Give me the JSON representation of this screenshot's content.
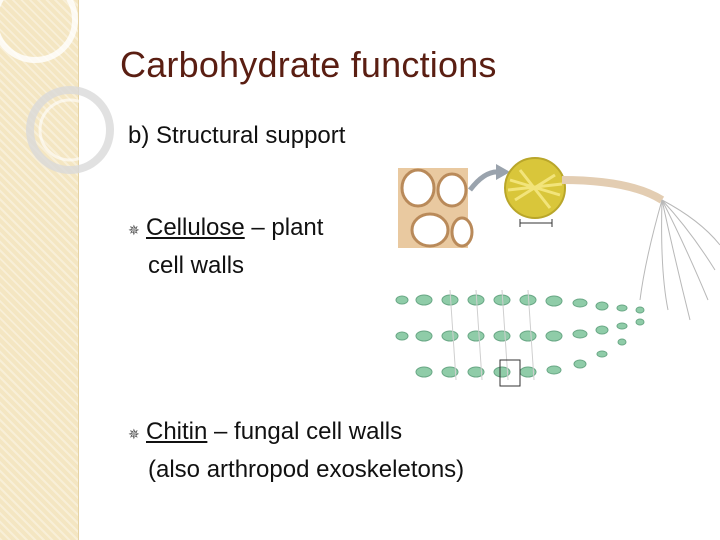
{
  "slide": {
    "title": "Carbohydrate functions",
    "subtitle": "b) Structural support",
    "bullets": [
      {
        "term": "Cellulose",
        "rest_line1": " – plant",
        "rest_line2": "cell walls"
      },
      {
        "term": "Chitin",
        "rest_line1": " – fungal cell walls",
        "rest_line2": "(also arthropod exoskeletons)"
      }
    ]
  },
  "colors": {
    "title": "#5a1e12",
    "band": "#f4e6c2",
    "cell_wall": "#d8b48a",
    "fiber": "#d9c63a",
    "glucose": "#8fcca8"
  },
  "icons": {
    "bullet": "diamond-bullet-icon",
    "figure": "cellulose-fiber-diagram"
  }
}
